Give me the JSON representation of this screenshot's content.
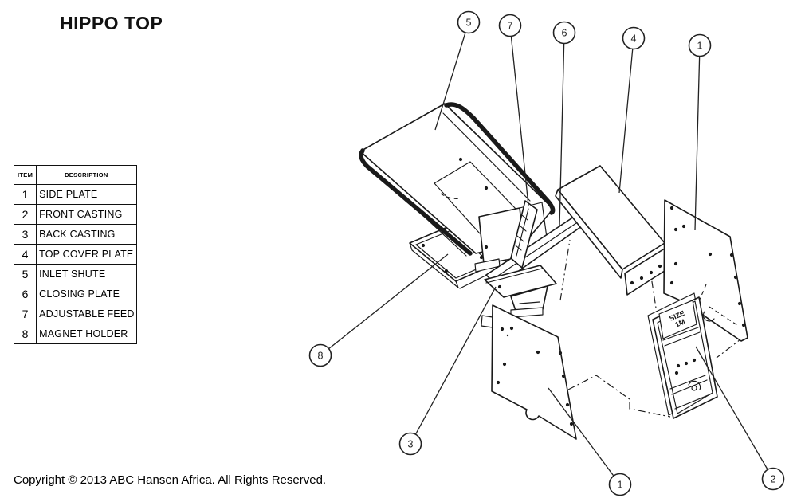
{
  "title": "HIPPO TOP",
  "copyright": "Copyright © 2013 ABC Hansen Africa. All Rights Reserved.",
  "parts_table": {
    "headers": [
      "ITEM",
      "DESCRIPTION"
    ],
    "rows": [
      {
        "item": "1",
        "description": "SIDE PLATE"
      },
      {
        "item": "2",
        "description": "FRONT CASTING"
      },
      {
        "item": "3",
        "description": "BACK CASTING"
      },
      {
        "item": "4",
        "description": "TOP COVER PLATE"
      },
      {
        "item": "5",
        "description": "INLET SHUTE"
      },
      {
        "item": "6",
        "description": "CLOSING PLATE"
      },
      {
        "item": "7",
        "description": "ADJUSTABLE FEED"
      },
      {
        "item": "8",
        "description": "MAGNET HOLDER"
      }
    ]
  },
  "callouts": [
    {
      "number": "5"
    },
    {
      "number": "7"
    },
    {
      "number": "6"
    },
    {
      "number": "4"
    },
    {
      "number": "1"
    },
    {
      "number": "8"
    },
    {
      "number": "3"
    },
    {
      "number": "1"
    },
    {
      "number": "2"
    }
  ],
  "diagram": {
    "part_plate_label": {
      "line1": "SIZE",
      "line2": "1M"
    }
  },
  "colors": {
    "line": "#1a1a1a",
    "background": "#ffffff"
  }
}
